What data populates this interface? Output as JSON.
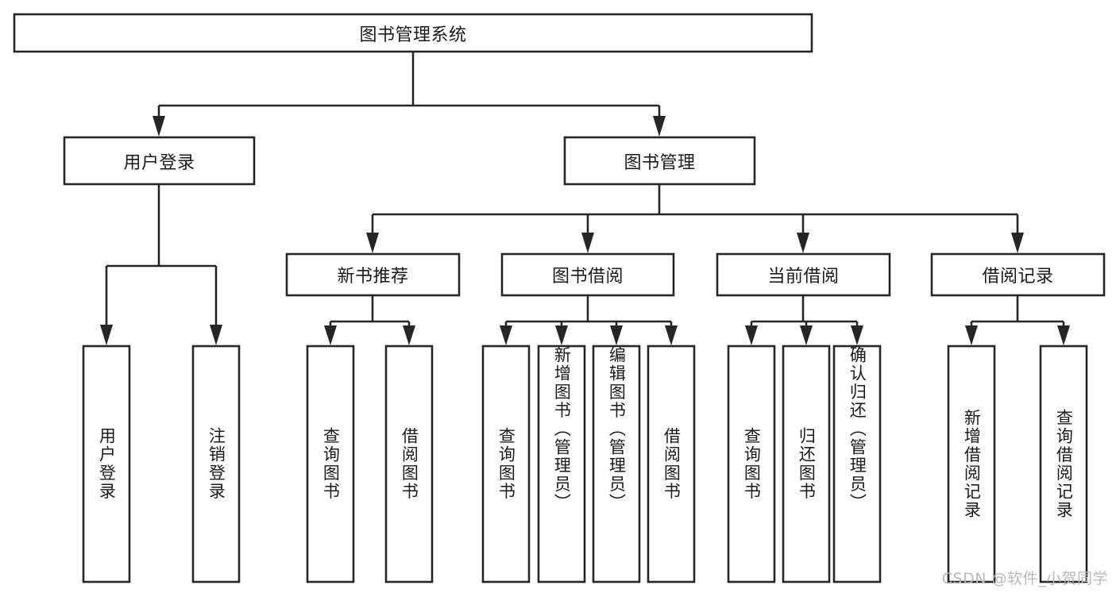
{
  "diagram": {
    "title": "图书管理系统",
    "type": "tree-hierarchy",
    "watermark": "CSDN @软件_小贺同学",
    "colors": {
      "background": "#ffffff",
      "stroke": "#262626",
      "box_fill": "#ffffff",
      "text": "#1a1a1a",
      "watermark": "#b9b9b9"
    },
    "root": {
      "label": "图书管理系统"
    },
    "level2": [
      {
        "label": "用户登录"
      },
      {
        "label": "图书管理"
      }
    ],
    "level3": [
      {
        "label": "新书推荐"
      },
      {
        "label": "图书借阅"
      },
      {
        "label": "当前借阅"
      },
      {
        "label": "借阅记录"
      }
    ],
    "leaves": {
      "user_login": [
        {
          "label": "用户登录"
        },
        {
          "label": "注销登录"
        }
      ],
      "new_book": [
        {
          "label": "查询图书"
        },
        {
          "label": "借阅图书"
        }
      ],
      "borrow_book": [
        {
          "label": "查询图书"
        },
        {
          "label": "新增图书（管理员）"
        },
        {
          "label": "编辑图书（管理员）"
        },
        {
          "label": "借阅图书"
        }
      ],
      "current_borrow": [
        {
          "label": "查询图书"
        },
        {
          "label": "归还图书"
        },
        {
          "label": "确认归还（管理员）"
        }
      ],
      "borrow_record": [
        {
          "label": "新增借阅记录"
        },
        {
          "label": "查询借阅记录"
        }
      ]
    }
  }
}
